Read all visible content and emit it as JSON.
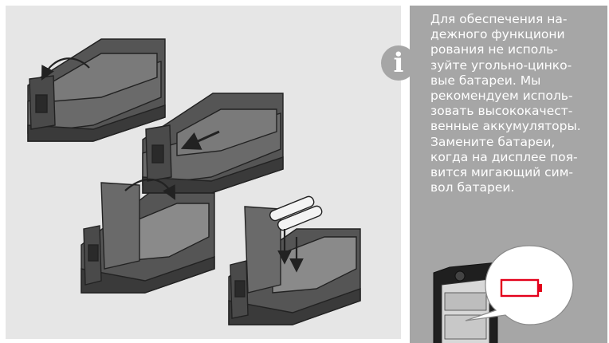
{
  "instruction_lines": [
    "Для обеспечения на-",
    "дежного функциони",
    "рования не исполь-",
    "зуйте угольно-цинко-",
    "вые батареи. Мы",
    "рекомендуем исполь-",
    "зовать высококачест-",
    "венные аккумуляторы.",
    "Замените батареи,",
    "когда на дисплее поя-",
    "вится мигающий сим-",
    "вол батареи."
  ],
  "icons": {
    "info": "info-icon",
    "low_battery": "battery-empty-icon"
  },
  "info_glyph": "i",
  "colors": {
    "panel_gray": "#a6a6a6",
    "illustration_bg": "#e6e6e6",
    "battery_warning": "#e3001b"
  }
}
